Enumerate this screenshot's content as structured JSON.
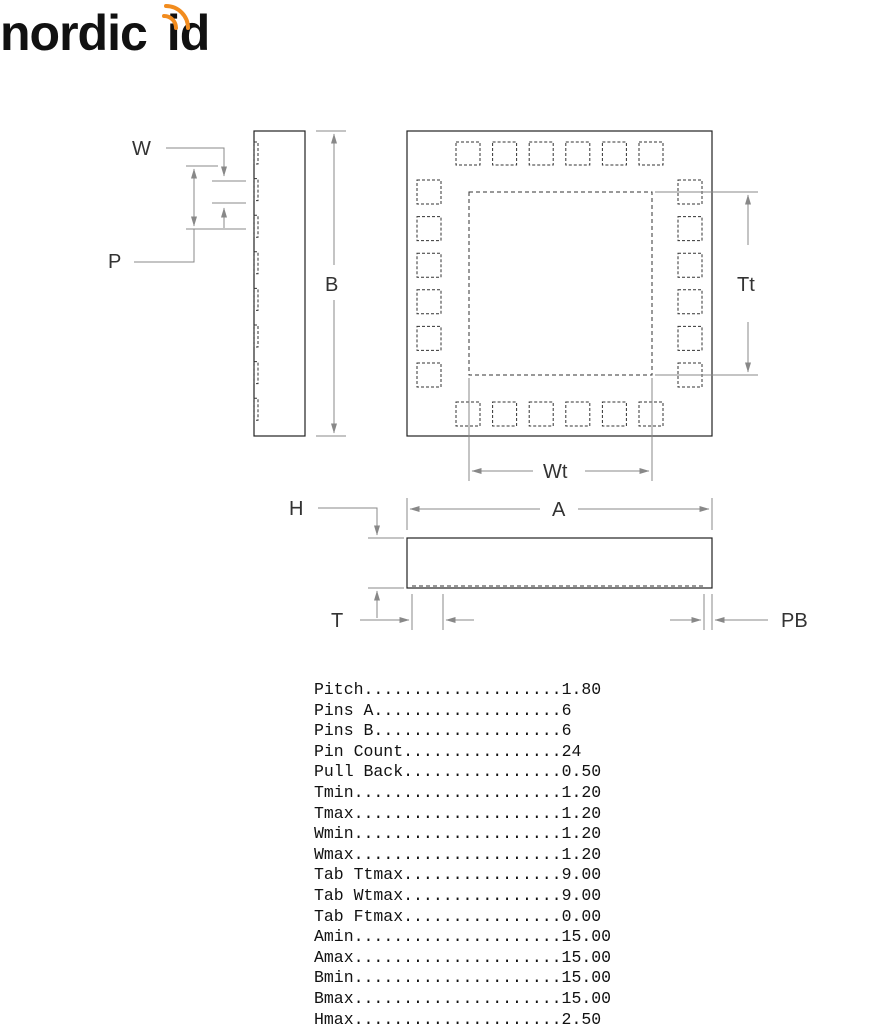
{
  "brand": {
    "logo_text_part1": "nordic",
    "logo_text_part2": "id",
    "logo_accent": "#f28c1e",
    "logo_color": "#111111"
  },
  "diagram": {
    "labels": {
      "W": "W",
      "P": "P",
      "B": "B",
      "Tt": "Tt",
      "Wt": "Wt",
      "H": "H",
      "A": "A",
      "T": "T",
      "PB": "PB"
    },
    "line_color": "#222222",
    "dim_color": "#777777"
  },
  "specs": [
    {
      "name": "Pitch",
      "value": "1.80"
    },
    {
      "name": "Pins A",
      "value": "6"
    },
    {
      "name": "Pins B",
      "value": "6"
    },
    {
      "name": "Pin Count",
      "value": "24"
    },
    {
      "name": "Pull Back",
      "value": "0.50"
    },
    {
      "name": "Tmin",
      "value": "1.20"
    },
    {
      "name": "Tmax",
      "value": "1.20"
    },
    {
      "name": "Wmin",
      "value": "1.20"
    },
    {
      "name": "Wmax",
      "value": "1.20"
    },
    {
      "name": "Tab Ttmax",
      "value": "9.00"
    },
    {
      "name": "Tab Wtmax",
      "value": "9.00"
    },
    {
      "name": "Tab Ftmax",
      "value": "0.00"
    },
    {
      "name": "Amin",
      "value": "15.00"
    },
    {
      "name": "Amax",
      "value": "15.00"
    },
    {
      "name": "Bmin",
      "value": "15.00"
    },
    {
      "name": "Bmax",
      "value": "15.00"
    },
    {
      "name": "Hmax",
      "value": "2.50"
    }
  ]
}
